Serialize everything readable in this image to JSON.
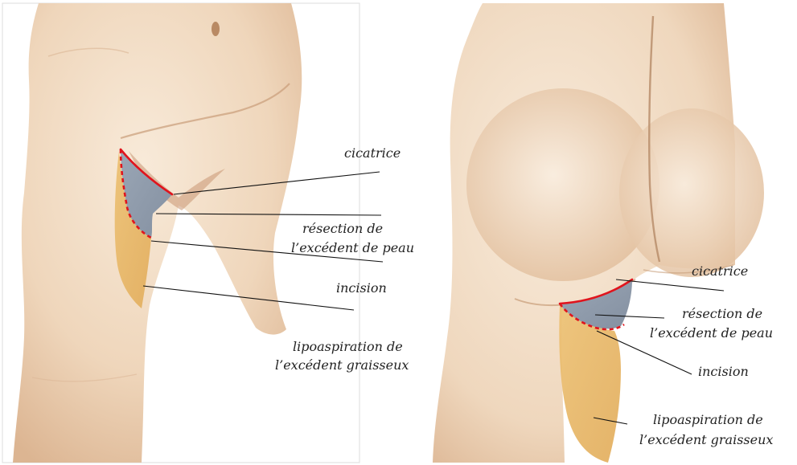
{
  "colors": {
    "skin_light": "#f7e7d4",
    "skin_mid": "#ebcfb1",
    "skin_shadow": "#c9a07e",
    "resection_zone": "#8d9aaa",
    "liposuction_zone": "#e8b867",
    "incision_line": "#e0141d",
    "label_text": "#222222"
  },
  "left_view": {
    "labels": {
      "scar": "cicatrice",
      "resection_line1": "résection de",
      "resection_line2": "l’excédent de peau",
      "incision": "incision",
      "lipo_line1": "lipoaspiration de",
      "lipo_line2": "l’excédent graisseux"
    }
  },
  "right_view": {
    "labels": {
      "scar": "cicatrice",
      "resection_line1": "résection de",
      "resection_line2": "l’excédent de peau",
      "incision": "incision",
      "lipo_line1": "lipoaspiration de",
      "lipo_line2": "l’excédent graisseux"
    }
  }
}
